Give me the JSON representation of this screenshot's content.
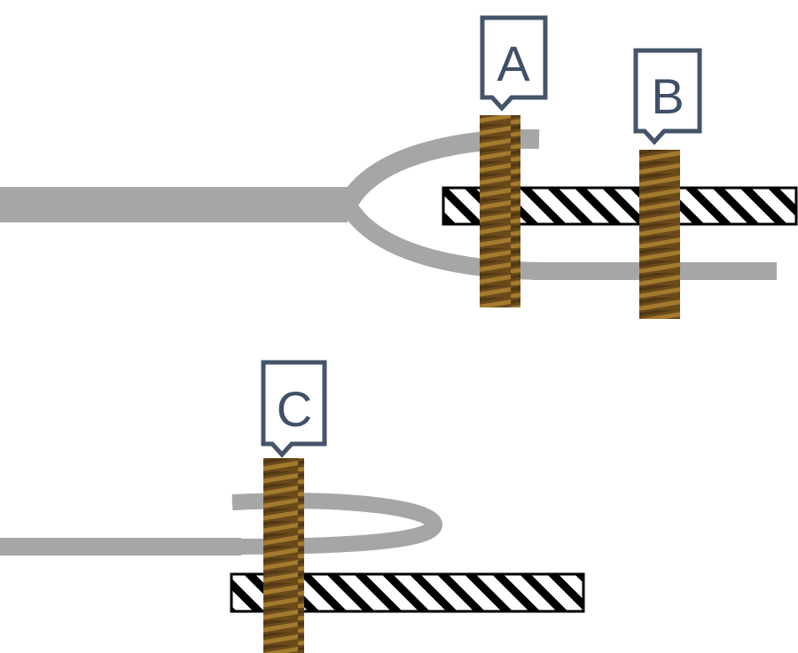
{
  "labels": {
    "a": "A",
    "b": "B",
    "c": "C"
  },
  "colors": {
    "wire": "#a6a6a6",
    "screw_body": "#6b4a1a",
    "screw_thread": "#9a6e28",
    "screw_dark": "#3d2a0e",
    "callout_border": "#44546a",
    "callout_text": "#44546a",
    "bar_stroke": "#000000",
    "bar_hatch": "#000000"
  },
  "icons": {
    "screw": "screw-icon",
    "terminal_bar": "hatched-bar-icon",
    "callout": "callout-box-icon"
  }
}
